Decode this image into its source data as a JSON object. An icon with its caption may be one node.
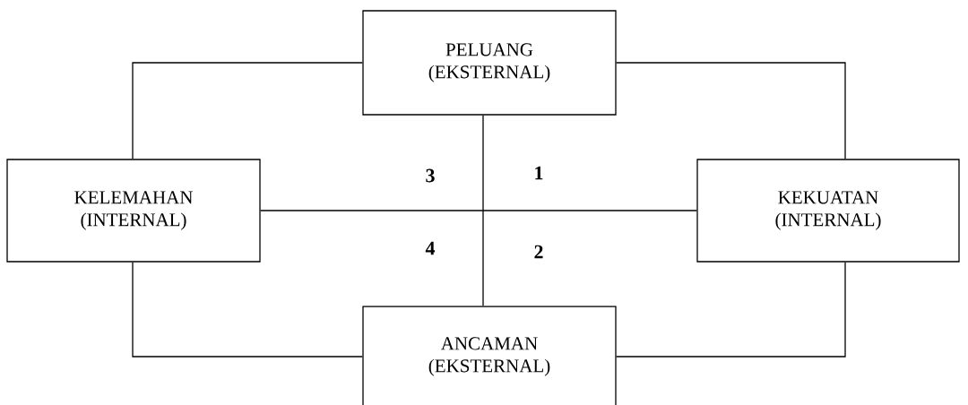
{
  "diagram": {
    "nodes": [
      {
        "text": [
          "PELUANG (EKSTERNAL)"
        ]
      },
      {
        "text": [
          "KELEMAHAN (INTERNAL)"
        ]
      },
      {
        "text": [
          "KEKUATAN (INTERNAL)"
        ]
      },
      {
        "text": [
          "ANCAMAN (EKSTERNAL)"
        ]
      }
    ],
    "edges": [
      {
        "from": 0,
        "to": 1,
        "arrow": "none"
      },
      {
        "from": 0,
        "to": 2,
        "arrow": "none"
      },
      {
        "from": 1,
        "to": 3,
        "arrow": "none"
      },
      {
        "from": 2,
        "to": 3,
        "arrow": "none"
      },
      {
        "from": 0,
        "to": 3,
        "arrow": "none"
      },
      {
        "from": 1,
        "to": 2,
        "arrow": "none"
      }
    ],
    "labels": [
      "3",
      "1",
      "4",
      "2"
    ]
  }
}
